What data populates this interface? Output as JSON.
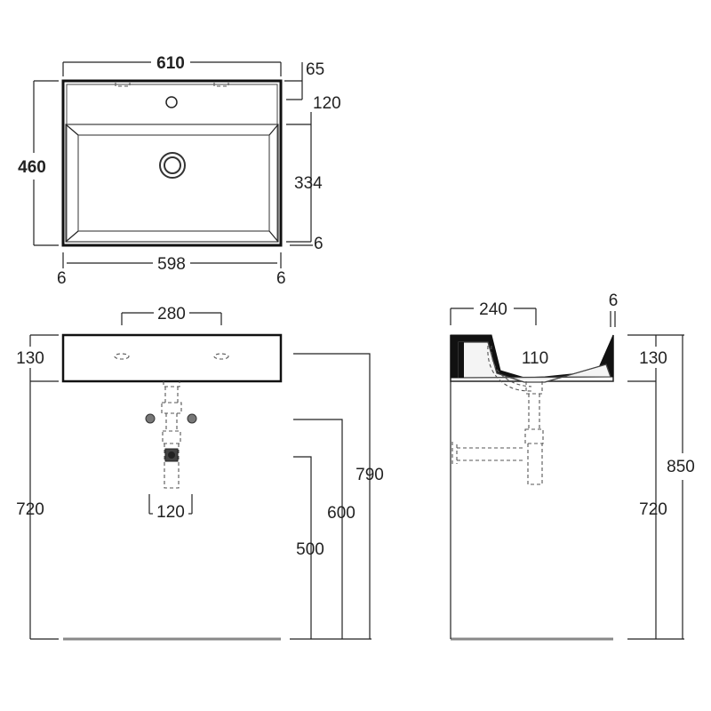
{
  "plan_view": {
    "width_label": "610",
    "depth_label": "460",
    "rim_label": "65",
    "deck_label": "120",
    "bowl_depth_label": "334",
    "bottom_rim_label": "6",
    "inner_width_label": "598",
    "left_wall_label": "6",
    "right_wall_label": "6"
  },
  "front_view": {
    "tap_spacing_label": "280",
    "height_label": "130",
    "trap_width_label": "120",
    "floor_height_label": "720",
    "waste_height_label": "500",
    "tap_height_label": "600",
    "top_height_label": "790"
  },
  "side_view": {
    "depth_label": "240",
    "wall_label": "6",
    "bowl_label": "110",
    "height_label": "130",
    "floor_height_label": "720",
    "top_height_label": "850"
  }
}
